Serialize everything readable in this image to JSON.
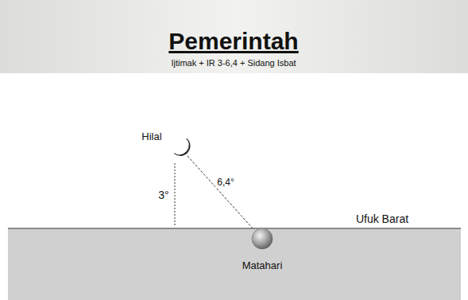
{
  "diagram": {
    "title": "Pemerintah",
    "labels": [
      "Ijtimak + IR 3-6,4 + Sidang Isbat",
      "Hilal",
      "3°",
      "6,4°",
      "Ufuk Barat",
      "Matahari"
    ]
  }
}
